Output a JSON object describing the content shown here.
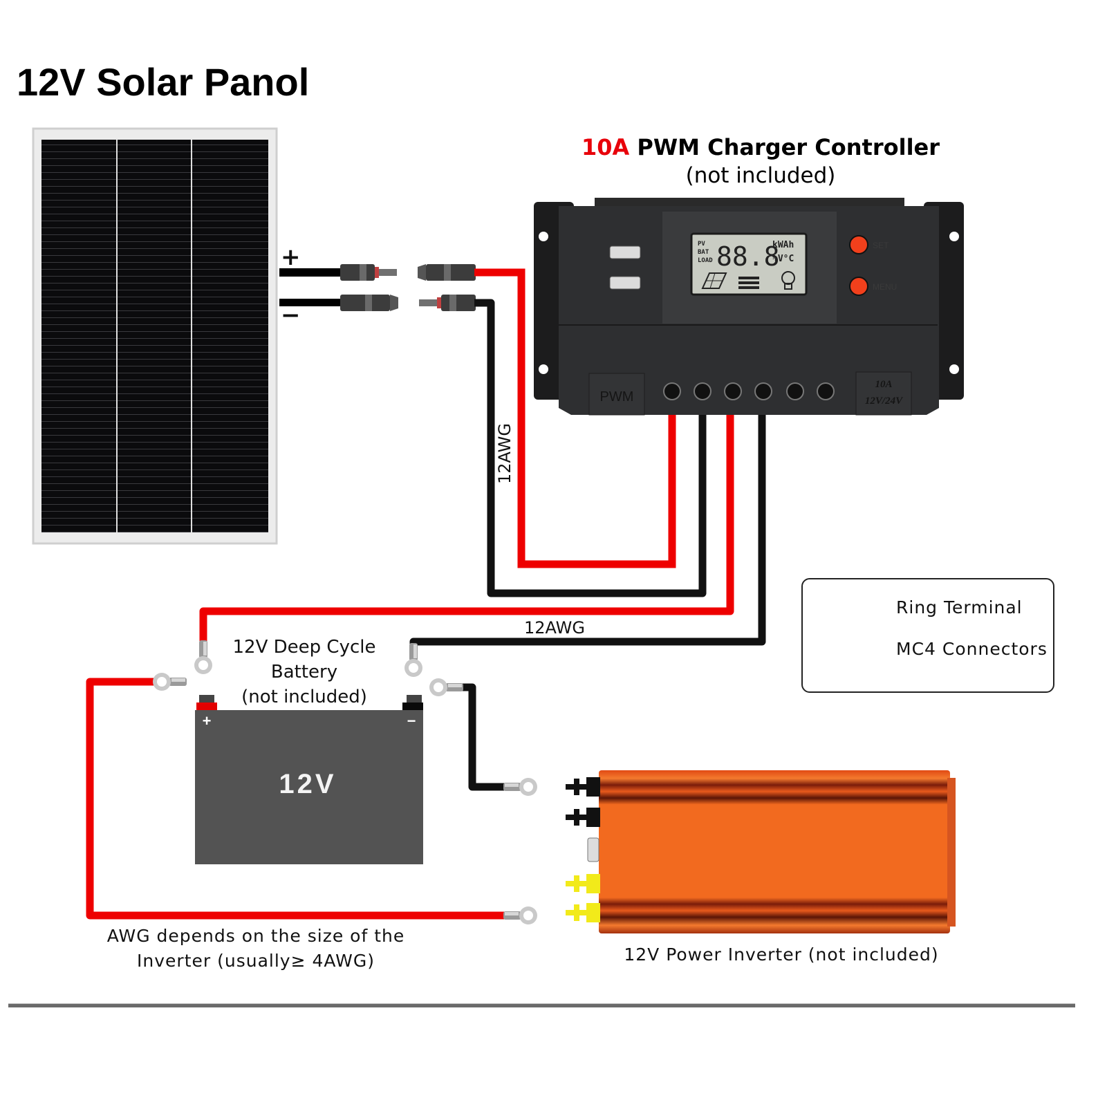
{
  "title": "12V Solar Panol",
  "controller": {
    "rating": "10A",
    "name": "PWM Charger Controller",
    "note": "(not included)",
    "lcd": {
      "labels": [
        "PV",
        "BAT",
        "LOAD"
      ],
      "digits": "88.8",
      "units_top": "kWAh",
      "units_bottom": "%V°C"
    },
    "buttons": [
      "SET",
      "MENU"
    ],
    "badge_left": "PWM",
    "badge_right_line1": "10A",
    "badge_right_line2": "12V/24V",
    "terminal_count": 6,
    "usb_port_count": 2
  },
  "panel": {
    "polarity_positive": "+",
    "polarity_negative": "−"
  },
  "wires": {
    "gauge_panel_to_controller": "12AWG",
    "gauge_controller_to_battery": "12AWG"
  },
  "battery": {
    "label_line1": "12V Deep Cycle",
    "label_line2": "Battery",
    "label_line3": "(not included)",
    "voltage": "12V",
    "positive": "+",
    "negative": "−"
  },
  "inverter": {
    "label": "12V Power Inverter (not included)",
    "note_line1": "AWG depends on the size of the",
    "note_line2": "Inverter (usually≥ 4AWG)"
  },
  "legend": {
    "items": [
      {
        "icon": "ring-terminal-icon",
        "label": "Ring Terminal"
      },
      {
        "icon": "mc4-connector-icon",
        "label": "MC4 Connectors"
      }
    ]
  },
  "colors": {
    "positive_wire": "#ee0000",
    "negative_wire": "#111111",
    "controller_body": "#2e2f31",
    "lcd_background": "#c9ccc3",
    "controller_button": "#f2401c",
    "battery_body": "#535353",
    "inverter_body": "#f26a1f",
    "inverter_terminal_yellow": "#f2ea1a"
  }
}
